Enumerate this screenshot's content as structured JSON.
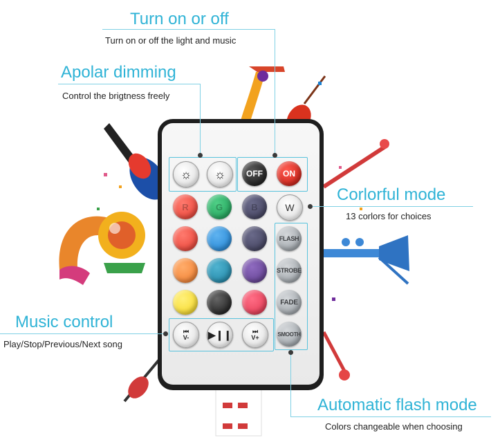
{
  "callouts": {
    "power": {
      "title": "Turn on or off",
      "desc": "Turn on or off the light and music"
    },
    "dimming": {
      "title": "Apolar dimming",
      "desc": "Control the brigtness freely"
    },
    "colorful": {
      "title": "Corlorful mode",
      "desc": "13 corlors for choices"
    },
    "music": {
      "title": "Music control",
      "desc": "Play/Stop/Previous/Next song"
    },
    "flash": {
      "title": "Automatic flash mode",
      "desc": "Colors changeable when choosing"
    }
  },
  "remote": {
    "top_row": {
      "off_label": "OFF",
      "on_label": "ON"
    },
    "color_rows": {
      "r_label": "R",
      "g_label": "G",
      "b_label": "B",
      "w_label": "W"
    },
    "modes": {
      "flash": "FLASH",
      "strobe": "STROBE",
      "fade": "FADE",
      "smooth": "SMOOTH"
    },
    "music": {
      "prev_label": "V-",
      "next_label": "V+"
    },
    "colors": {
      "row1": [
        "#e53a2e",
        "#1a9a54",
        "#3b3a55"
      ],
      "row2": [
        "#e53a2e",
        "#1b7fd0",
        "#3b3a55"
      ],
      "row3": [
        "#f07a2a",
        "#1b7fa0",
        "#5c3b8a"
      ],
      "row4": [
        "#f5d51c",
        "#2a2a2a",
        "#e0334d"
      ]
    }
  },
  "theme": {
    "accent": "#2fb3d6",
    "line": "#7fd0e4"
  }
}
